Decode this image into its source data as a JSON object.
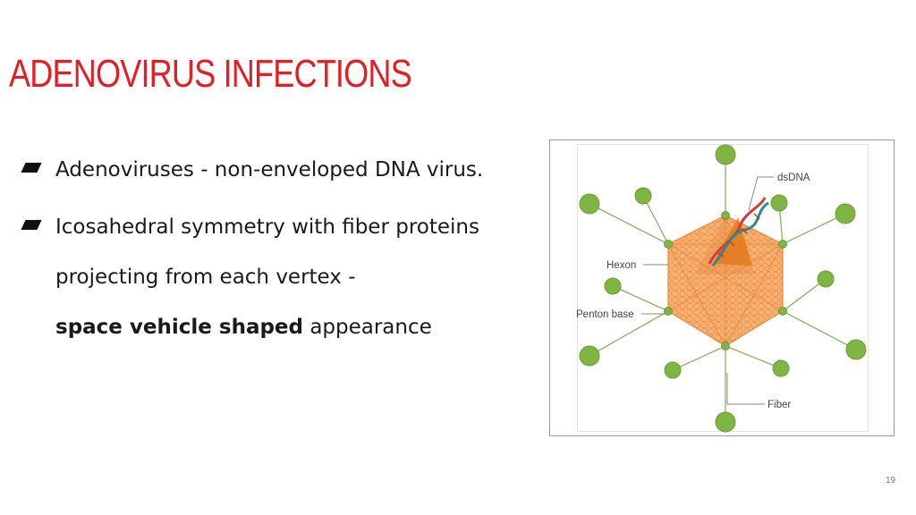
{
  "slide": {
    "title": "ADENOVIRUS INFECTIONS",
    "page_number": "19"
  },
  "bullets": [
    {
      "text": "Adenoviruses - non-enveloped DNA virus."
    },
    {
      "text": "Icosahedral symmetry with fiber proteins projecting from each vertex -",
      "bold": "space vehicle shaped",
      "after": "appearance"
    }
  ],
  "figure": {
    "labels": {
      "dsdna": "dsDNA",
      "hexon": "Hexon",
      "penton": "Penton base",
      "fiber": "Fiber"
    },
    "colors": {
      "capsid": "#f6b277",
      "capsid_edge": "#e8883a",
      "knob": "#7fb542",
      "fiber_line": "#8cb067",
      "dna_red": "#d83a3a",
      "dna_teal": "#2e8b8b"
    }
  }
}
